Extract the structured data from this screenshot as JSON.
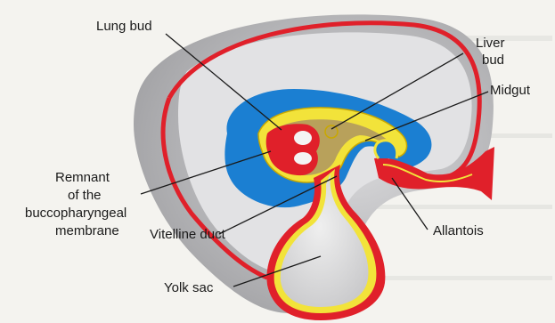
{
  "labels": {
    "lung_bud": "Lung bud",
    "liver_bud_1": "Liver",
    "liver_bud_2": "bud",
    "midgut": "Midgut",
    "remnant_1": "Remnant",
    "remnant_2": "of the",
    "remnant_3": "buccopharyngeal",
    "remnant_4": "membrane",
    "allantois": "Allantois",
    "vitelline_duct": "Vitelline duct",
    "yolk_sac": "Yolk sac"
  },
  "colors": {
    "background": "#f4f3ef",
    "amnion_gray": "#b9b9bb",
    "amnion_light": "#e4e4e6",
    "ectoderm_red": "#e0202a",
    "mesoderm_blue": "#1b7fd2",
    "endoderm_yellow": "#f2e33a",
    "gut_tan": "#b8a15b",
    "label_text": "#1a1a1a"
  }
}
